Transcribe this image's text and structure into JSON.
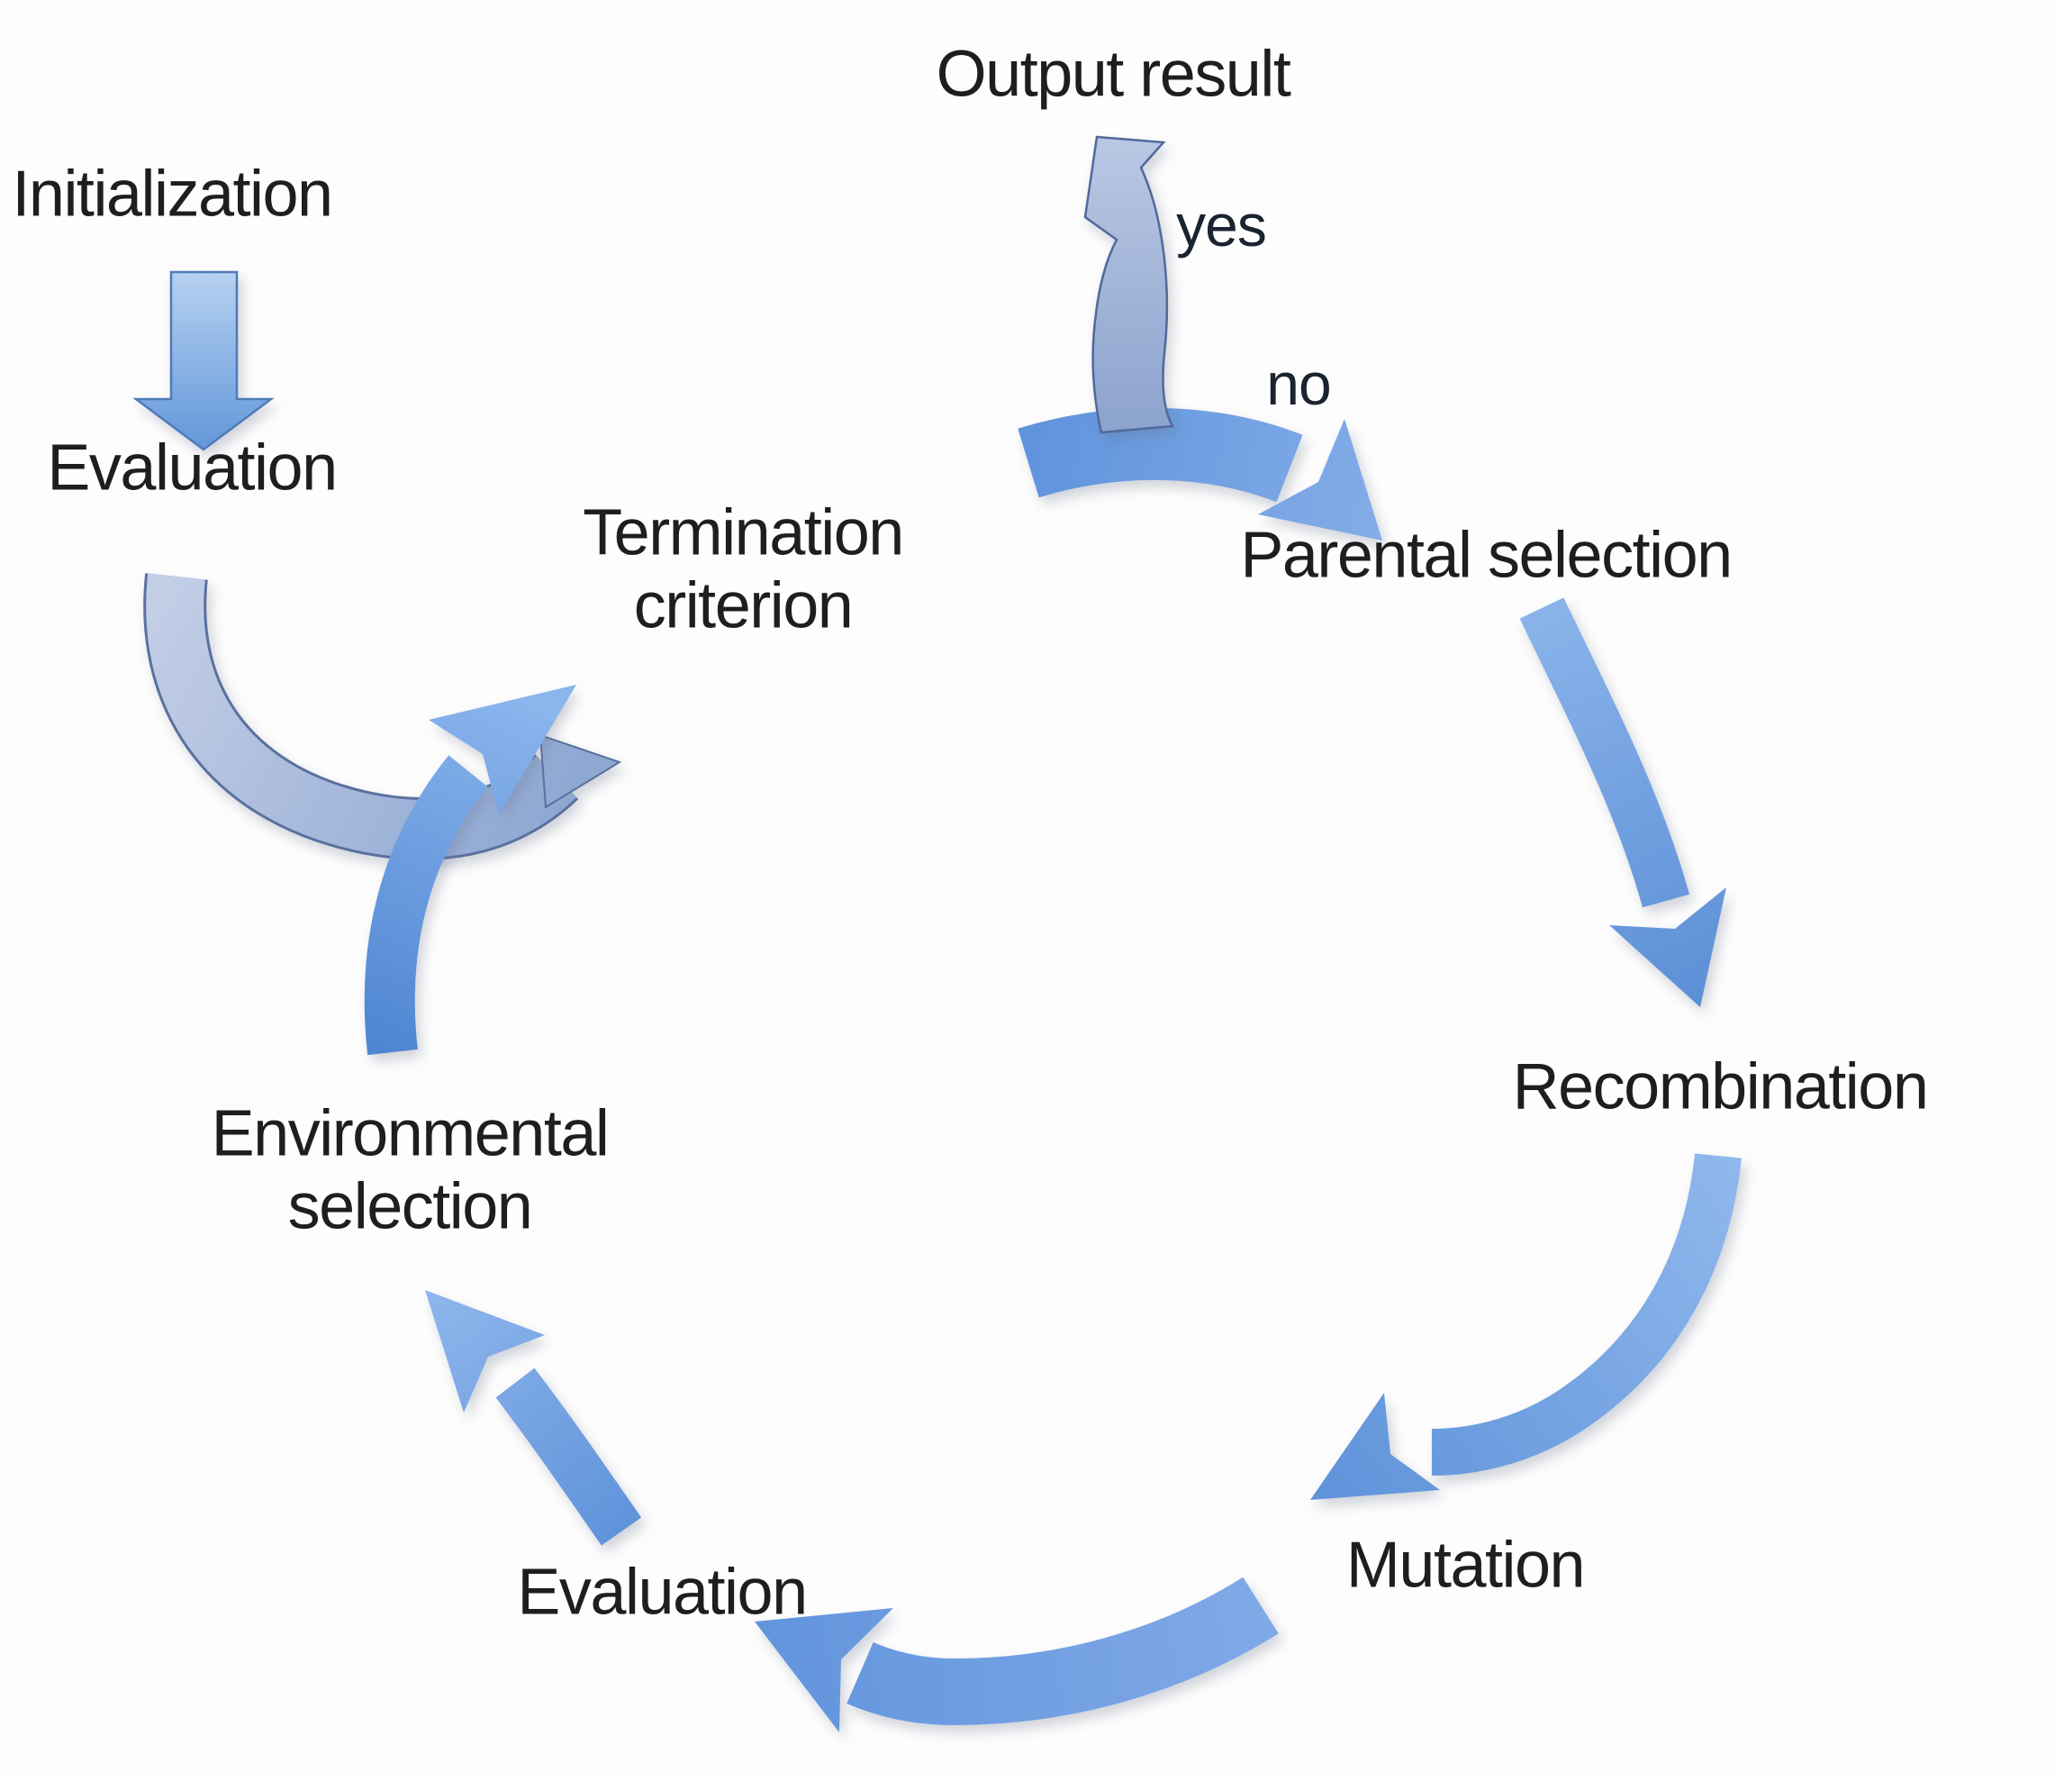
{
  "figure": {
    "description": "Cycle diagram of an evolutionary algorithm",
    "background_color": "#fdfdfd",
    "text_color": "#1e1e1e",
    "arrow_blue": "#6d9ce0",
    "arrow_blue_light": "#8fb7ec",
    "arrow_muted_blue": "#a9bcdc",
    "arrow_outline": "#51699c"
  },
  "nodes": {
    "initialization": {
      "label": "Initialization"
    },
    "evaluation_top": {
      "label": "Evaluation"
    },
    "termination_criterion": {
      "lines": [
        "Termination",
        "criterion"
      ]
    },
    "output_result": {
      "label": "Output result"
    },
    "parental_selection": {
      "label": "Parental selection"
    },
    "recombination": {
      "label": "Recombination"
    },
    "mutation": {
      "label": "Mutation"
    },
    "evaluation_bottom": {
      "label": "Evaluation"
    },
    "environmental_selection": {
      "lines": [
        "Environmental",
        "selection"
      ]
    }
  },
  "edges": [
    {
      "from": "Initialization",
      "to": "Evaluation",
      "label": ""
    },
    {
      "from": "Evaluation",
      "to": "Termination criterion",
      "label": ""
    },
    {
      "from": "Termination criterion",
      "to": "Output result",
      "label": "yes"
    },
    {
      "from": "Termination criterion",
      "to": "Parental selection",
      "label": "no"
    },
    {
      "from": "Parental selection",
      "to": "Recombination",
      "label": ""
    },
    {
      "from": "Recombination",
      "to": "Mutation",
      "label": ""
    },
    {
      "from": "Mutation",
      "to": "Evaluation",
      "label": ""
    },
    {
      "from": "Evaluation",
      "to": "Environmental selection",
      "label": ""
    },
    {
      "from": "Environmental selection",
      "to": "Termination criterion",
      "label": ""
    }
  ]
}
